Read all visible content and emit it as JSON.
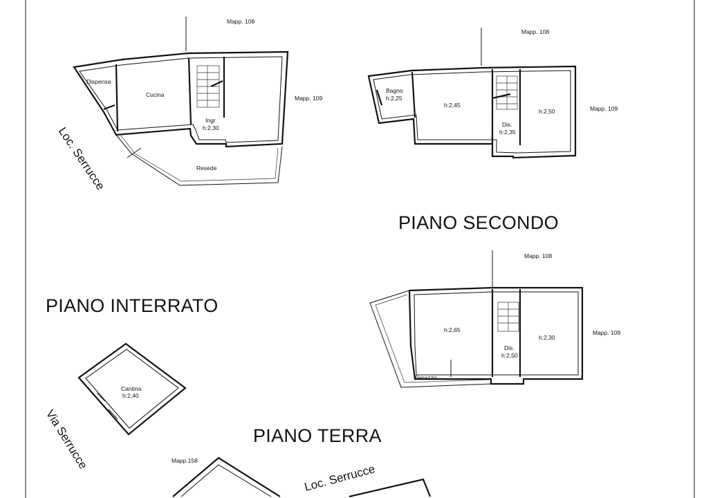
{
  "sheet": {
    "floor_titles": {
      "piano_secondo": "PIANO SECONDO",
      "piano_interrato": "PIANO INTERRATO",
      "piano_terra": "PIANO TERRA"
    },
    "streets": {
      "loc_serrucce_left": "Loc.  Serrucce",
      "via_serrucce": "Via  Serrucce",
      "loc_serrucce_bottom": "Loc.  Serrucce"
    }
  },
  "plan_top_left": {
    "mapp_top": "Mapp. 108",
    "mapp_right": "Mapp. 109",
    "rooms": {
      "dispensa": "Dispensa",
      "cucina": "Cucina",
      "ingr": "Ingr",
      "ingr_height": "h:2,30",
      "resede": "Resede"
    }
  },
  "plan_secondo": {
    "mapp_top": "Mapp. 108",
    "mapp_right": "Mapp. 109",
    "rooms": {
      "bagno": "Bagno",
      "bagno_height": "h:2,25",
      "left_height": "h:2,45",
      "dis": "Dis.",
      "dis_height": "h:2,35",
      "right_height": "h:2,50"
    }
  },
  "plan_terra": {
    "mapp_top": "Mapp. 108",
    "mapp_right": "Mapp. 109",
    "rooms": {
      "left_height": "h:2,65",
      "dis": "Dis.",
      "dis_height": "h:2,50",
      "right_height": "h:2,30",
      "terrazzo": "Terrazzo"
    }
  },
  "plan_interrato": {
    "rooms": {
      "cantina": "Cantina",
      "cantina_height": "h:2,40"
    }
  },
  "plan_bottom": {
    "mapp": "Mapp.158"
  }
}
